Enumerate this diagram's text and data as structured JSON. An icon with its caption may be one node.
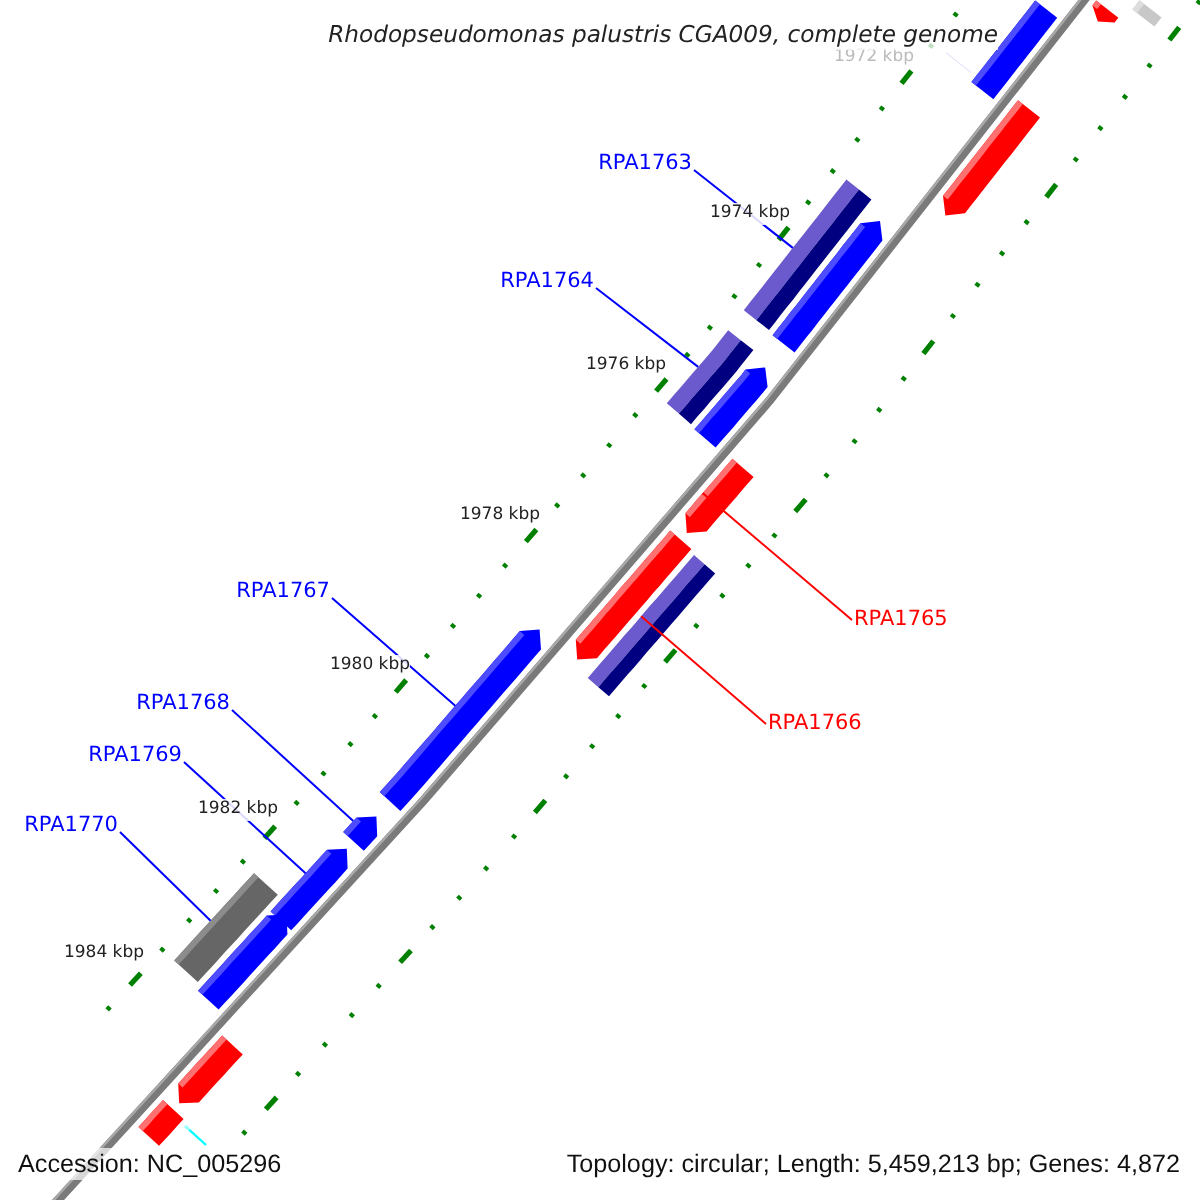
{
  "diagram": {
    "title": "Rhodopseudomonas palustris CGA009, complete genome",
    "nodes": [
      {
        "text": [
          "RPA1763"
        ]
      },
      {
        "text": [
          "RPA1764"
        ]
      },
      {
        "text": [
          "RPA1767"
        ]
      },
      {
        "text": [
          "RPA1765"
        ]
      },
      {
        "text": [
          "RPA1768"
        ]
      },
      {
        "text": [
          "RPA1766"
        ]
      },
      {
        "text": [
          "RPA1769"
        ]
      },
      {
        "text": [
          "RPA1770"
        ]
      },
      {
        "text": [],
        "shape": "bar"
      },
      {
        "text": [],
        "shape": "bar"
      },
      {
        "text": [],
        "shape": "bar"
      },
      {
        "text": [],
        "shape": "bar"
      },
      {
        "text": [],
        "shape": "bar"
      },
      {
        "text": [],
        "shape": "bar"
      },
      {
        "text": [],
        "shape": "bar"
      },
      {
        "text": [],
        "shape": "bar"
      },
      {
        "text": [],
        "shape": "bar"
      },
      {
        "text": [],
        "shape": "bar"
      },
      {
        "text": [],
        "shape": "bar"
      },
      {
        "text": [],
        "shape": "bar"
      },
      {
        "text": [],
        "shape": "bar"
      },
      {
        "text": [],
        "shape": "bar"
      },
      {
        "text": [],
        "shape": "bar"
      },
      {
        "text": [],
        "shape": "bar"
      },
      {
        "text": [],
        "shape": "bar"
      },
      {
        "text": [],
        "shape": "bar"
      },
      {
        "text": [],
        "shape": "bar"
      },
      {
        "text": [],
        "shape": "bar"
      }
    ],
    "edges": [
      {
        "from": 0,
        "to": 13,
        "arrow": "none"
      },
      {
        "from": 1,
        "to": 15,
        "arrow": "none"
      },
      {
        "from": 2,
        "to": 20,
        "arrow": "none"
      },
      {
        "from": 3,
        "to": 17,
        "arrow": "none",
        "color": "#ff0000"
      },
      {
        "from": 4,
        "to": 21,
        "arrow": "none"
      },
      {
        "from": 5,
        "to": 19,
        "arrow": "none",
        "color": "#ff0000"
      },
      {
        "from": 6,
        "to": 22,
        "arrow": "none"
      },
      {
        "from": 7,
        "to": 23,
        "arrow": "none"
      }
    ],
    "labels": [
      "1972 kbp",
      "1974 kbp",
      "1976 kbp",
      "1978 kbp",
      "1980 kbp",
      "1982 kbp",
      "1984 kbp",
      "Accession: NC_005296",
      "Topology: circular; Length: 5,459,213 bp; Genes: 4,872"
    ]
  }
}
